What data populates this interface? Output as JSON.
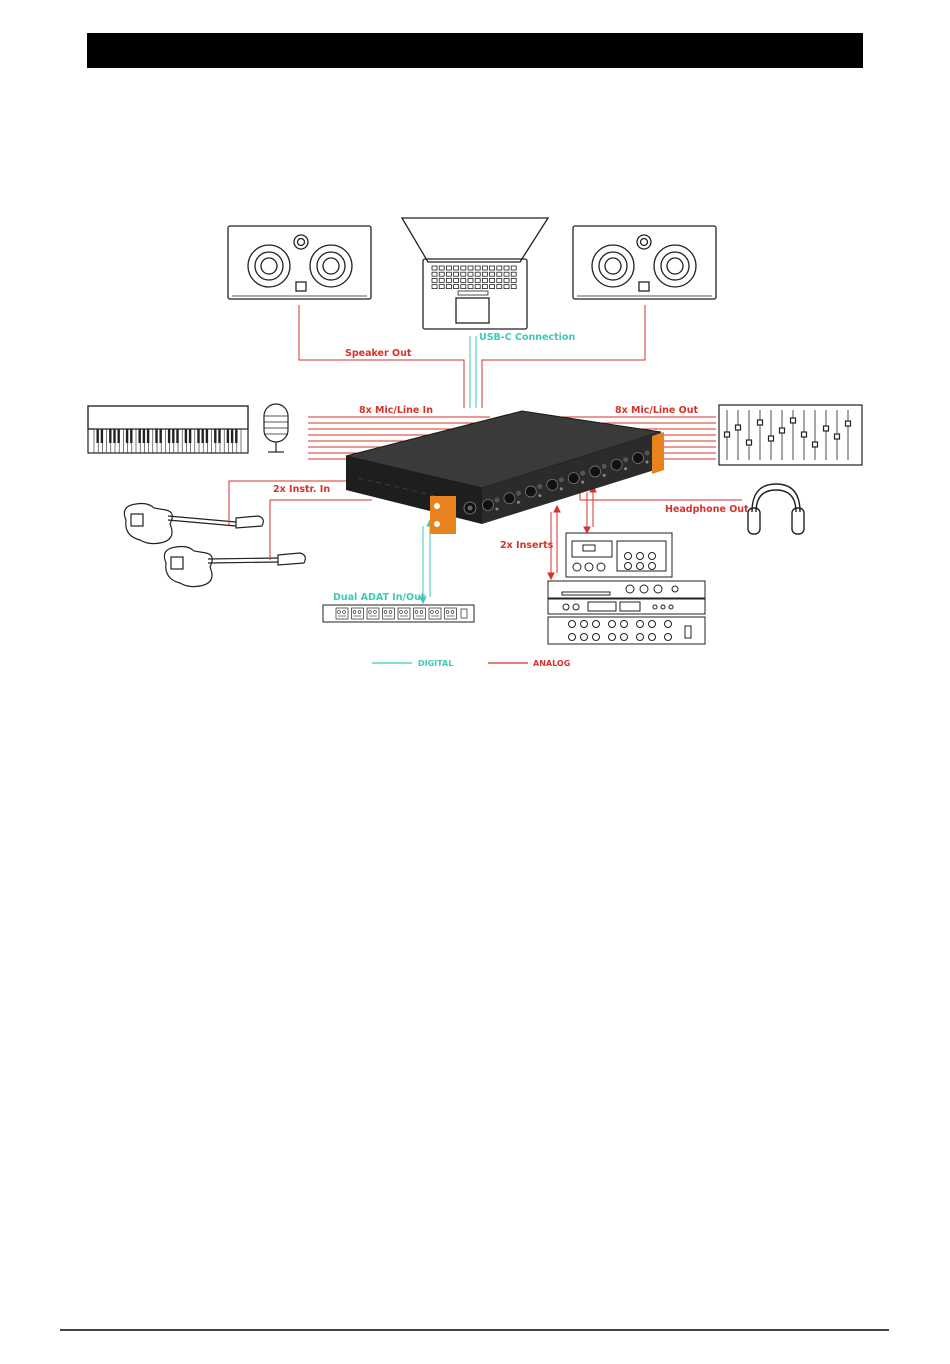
{
  "labels": {
    "speaker_out": "Speaker Out",
    "usb_c": "USB-C Connection",
    "mic_line_in": "8x Mic/Line In",
    "mic_line_out": "8x Mic/Line Out",
    "instr_in": "2x Instr. In",
    "headphone_out": "Headphone Out",
    "inserts": "2x Inserts",
    "adat": "Dual ADAT In/Out"
  },
  "legend": {
    "digital": "DIGITAL",
    "analog": "ANALOG"
  },
  "colors": {
    "analog": "#d7322a",
    "digital": "#3fc9b8",
    "device_body": "#2a2a2a",
    "device_accent": "#e8821e"
  }
}
